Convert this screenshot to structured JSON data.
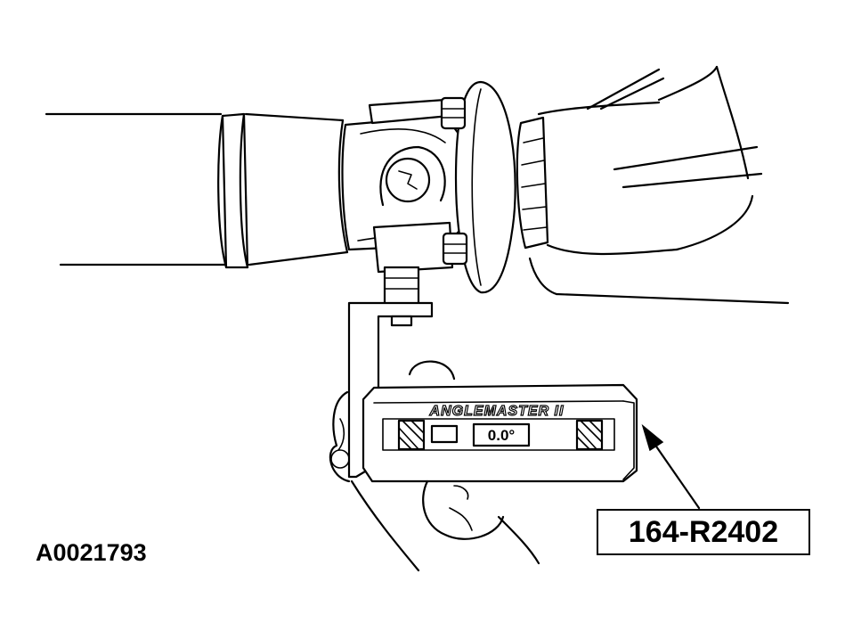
{
  "figure": {
    "id_label": "A0021793",
    "callout_label": "164-R2402",
    "tool_brand": "ANGLEMASTER II",
    "display_reading": "0.0°"
  }
}
